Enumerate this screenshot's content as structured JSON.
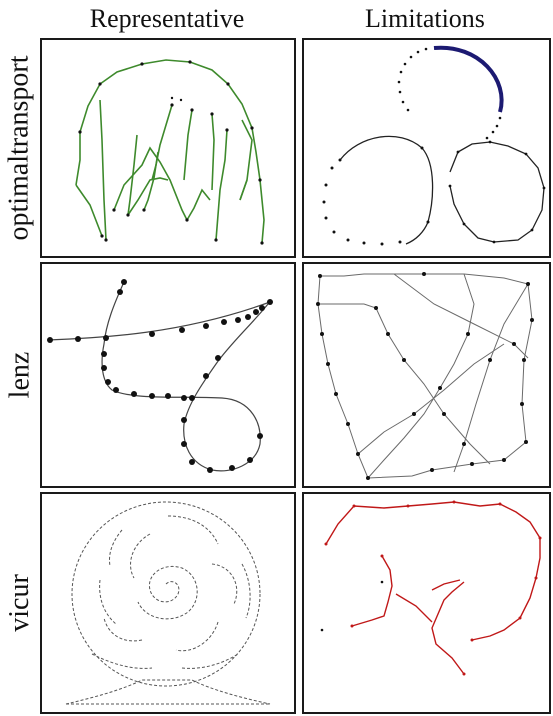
{
  "columns": [
    "Representative",
    "Limitations"
  ],
  "rows": [
    "optimaltransport",
    "lenz",
    "vicur"
  ],
  "colors": {
    "green_path": "#3e8a2c",
    "blue_arc": "#1c1a72",
    "red_path": "#c01818",
    "gray_path": "#6a6a6a",
    "point": "#111111",
    "border": "#1a1a1a"
  }
}
